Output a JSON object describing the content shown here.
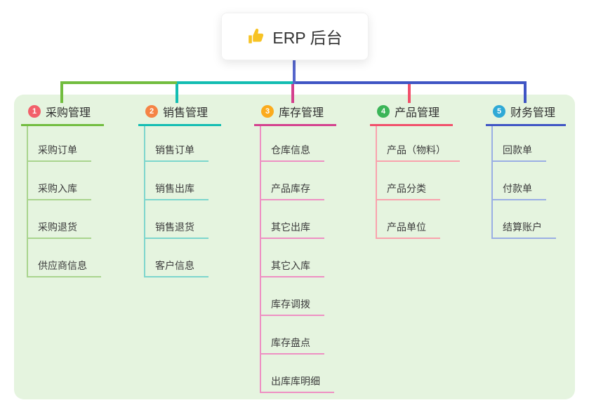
{
  "root_node": {
    "label": "ERP 后台",
    "icon": "thumbs-up",
    "icon_color": "#f7c325"
  },
  "colors": {
    "page_bg": "#ffffff",
    "panel_bg": "#e5f4df",
    "stem": "#5565cb",
    "node_text": "#333333"
  },
  "branches": [
    {
      "badge": "1",
      "label": "采购管理",
      "badge_color": "#f2606a",
      "line_color": "#72bd3f",
      "child_line_color": "#a9d48e",
      "children": [
        "采购订单",
        "采购入库",
        "采购退货",
        "供应商信息"
      ]
    },
    {
      "badge": "2",
      "label": "销售管理",
      "badge_color": "#f58345",
      "line_color": "#13bdb2",
      "child_line_color": "#7dd6cd",
      "children": [
        "销售订单",
        "销售出库",
        "销售退货",
        "客户信息"
      ]
    },
    {
      "badge": "3",
      "label": "库存管理",
      "badge_color": "#fbab1d",
      "line_color": "#d4418e",
      "child_line_color": "#ee90c3",
      "children": [
        "仓库信息",
        "产品库存",
        "其它出库",
        "其它入库",
        "库存调拨",
        "库存盘点",
        "出库库明细"
      ]
    },
    {
      "badge": "4",
      "label": "产品管理",
      "badge_color": "#3bb558",
      "line_color": "#f1506b",
      "child_line_color": "#f9a2ad",
      "children": [
        "产品（物料）",
        "产品分类",
        "产品单位"
      ]
    },
    {
      "badge": "5",
      "label": "财务管理",
      "badge_color": "#2fa9d6",
      "line_color": "#3f55c4",
      "child_line_color": "#9aaee4",
      "children": [
        "回款单",
        "付款单",
        "结算账户"
      ]
    }
  ]
}
